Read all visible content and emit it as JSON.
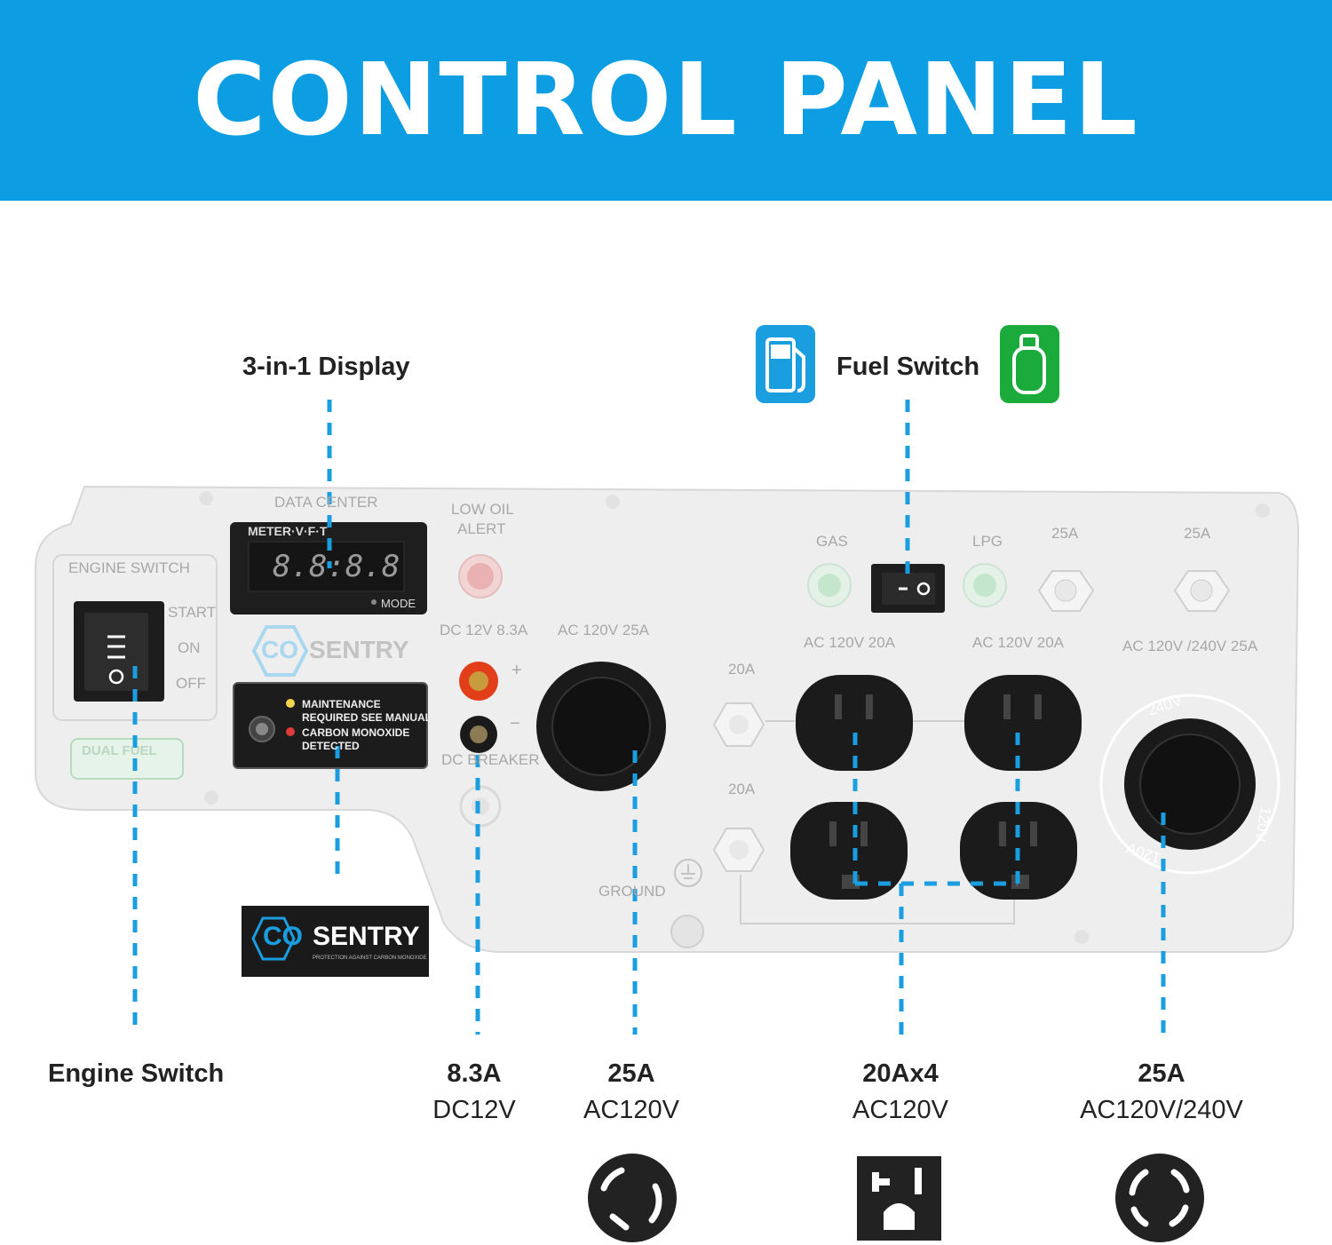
{
  "banner": {
    "title": "CONTROL PANEL"
  },
  "callouts": {
    "display": "3-in-1 Display",
    "fuel_switch": "Fuel Switch",
    "engine_switch": "Engine Switch"
  },
  "bottom_labels": [
    {
      "amps": "8.3A",
      "volts": "DC12V"
    },
    {
      "amps": "25A",
      "volts": "AC120V"
    },
    {
      "amps": "20Ax4",
      "volts": "AC120V"
    },
    {
      "amps": "25A",
      "volts": "AC120V/240V"
    }
  ],
  "panel": {
    "engine_switch_title": "ENGINE SWITCH",
    "start": "START",
    "on": "ON",
    "off": "OFF",
    "data_center": "DATA CENTER",
    "meter": "METER·V·F·T",
    "digits": "8.8:8.8",
    "mode": "MODE",
    "low_oil": "LOW OIL",
    "alert": "ALERT",
    "co_sentry_co": "CO",
    "co_sentry_sentry": "SENTRY",
    "maintenance": "MAINTENANCE",
    "required": "REQUIRED SEE MANUAL",
    "carbon": "CARBON MONOXIDE",
    "detected": "DETECTED",
    "dc_label": "DC 12V 8.3A",
    "dc_breaker": "DC BREAKER",
    "ac25": "AC 120V  25A",
    "gas": "GAS",
    "lpg": "LPG",
    "amp25a": "25A",
    "amp25b": "25A",
    "ac20a": "AC 120V 20A",
    "ac20b": "AC 120V 20A",
    "ac240": "AC 120V /240V  25A",
    "amp20a": "20A",
    "amp20b": "20A",
    "ground": "GROUND",
    "dual_fuel": "DUAL FUEL",
    "plus": "+",
    "minus": "−",
    "v240": "240V",
    "v120a": "120V",
    "v120b": "120V"
  },
  "co_sentry_badge": {
    "co": "CO",
    "sentry": "SENTRY",
    "tagline": "PROTECTION AGAINST CARBON MONOXIDE"
  },
  "colors": {
    "accent": "#0d9de3",
    "gas_icon": "#1a9ee0",
    "lpg_icon": "#1aab3c",
    "dashed": "#1a9ee0"
  }
}
